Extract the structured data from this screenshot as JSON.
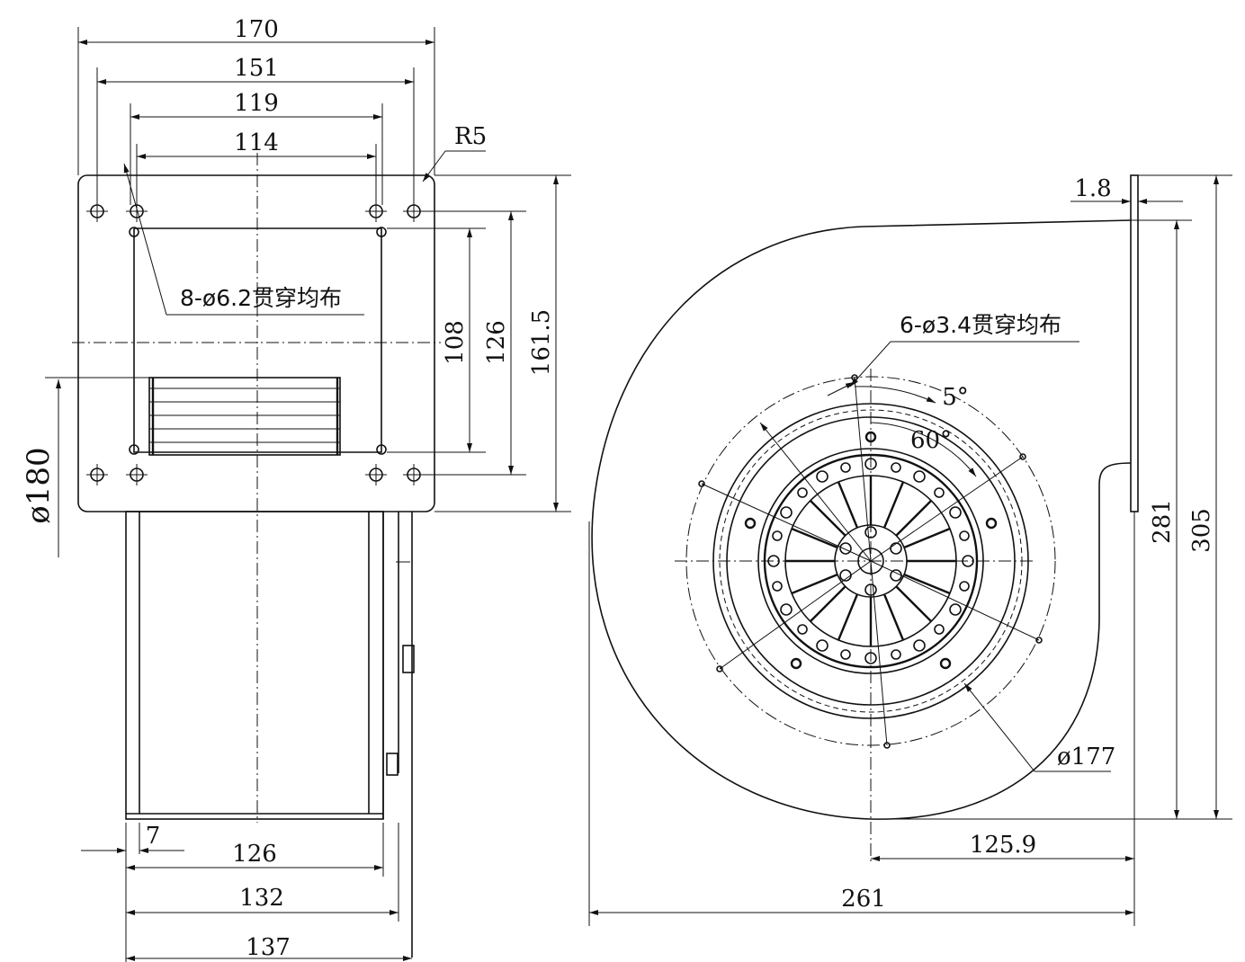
{
  "front_view": {
    "dim_width_total": "170",
    "dim_width_outer_holes": "151",
    "dim_width_inner_holes": "119",
    "dim_width_opening": "114",
    "dim_radius": "R5",
    "hole_note": "8-ø6.2贯穿均布",
    "dim_height_opening": "108",
    "dim_height_inner_holes": "126",
    "dim_height_total": "161.5",
    "dim_diameter": "ø180"
  },
  "bottom_view": {
    "dim_offset": "7",
    "dim_width_body": "126",
    "dim_width_mid": "132",
    "dim_width_total": "137"
  },
  "side_view": {
    "dim_flange": "1.8",
    "hole_note": "6-ø3.4贯穿均布",
    "dim_angle_small": "5°",
    "dim_angle_large": "60°",
    "dim_circle": "ø177",
    "dim_height_inner": "281",
    "dim_height_total": "305",
    "dim_center_offset": "125.9",
    "dim_width_total": "261"
  }
}
